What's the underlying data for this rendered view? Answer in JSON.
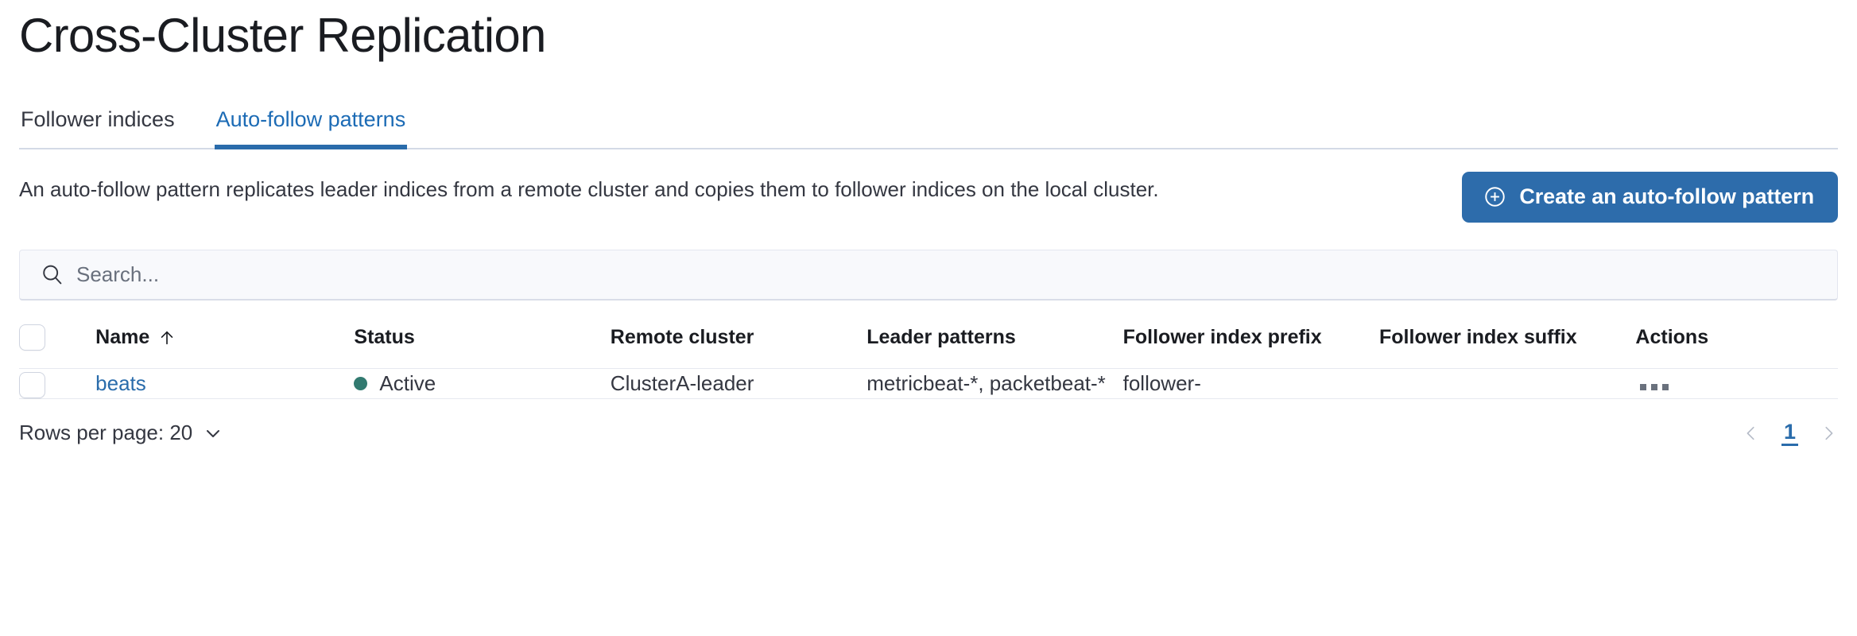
{
  "page": {
    "title": "Cross-Cluster Replication"
  },
  "tabs": [
    {
      "label": "Follower indices",
      "active": false,
      "name": "tab-follower-indices"
    },
    {
      "label": "Auto-follow patterns",
      "active": true,
      "name": "tab-auto-follow-patterns"
    }
  ],
  "intro": {
    "description": "An auto-follow pattern replicates leader indices from a remote cluster and copies them to follower indices on the local cluster.",
    "cta_label": "Create an auto-follow pattern",
    "cta_icon": "plus-in-circle-icon"
  },
  "search": {
    "placeholder": "Search...",
    "value": "",
    "icon": "search-icon"
  },
  "table": {
    "columns": [
      {
        "key": "checkbox",
        "label": ""
      },
      {
        "key": "name",
        "label": "Name",
        "sort": "asc",
        "sort_icon": "sort-arrow-up-icon"
      },
      {
        "key": "status",
        "label": "Status"
      },
      {
        "key": "remote_cluster",
        "label": "Remote cluster"
      },
      {
        "key": "leader_patterns",
        "label": "Leader patterns"
      },
      {
        "key": "follower_index_prefix",
        "label": "Follower index prefix"
      },
      {
        "key": "follower_index_suffix",
        "label": "Follower index suffix"
      },
      {
        "key": "actions",
        "label": "Actions"
      }
    ],
    "rows": [
      {
        "name": "beats",
        "status": "Active",
        "status_color": "#327a70",
        "remote_cluster": "ClusterA-leader",
        "leader_patterns": "metricbeat-*, packetbeat-*",
        "follower_index_prefix": "follower-",
        "follower_index_suffix": "",
        "actions_icon": "more-actions-icon"
      }
    ]
  },
  "footer": {
    "rows_per_page_label": "Rows per page: 20",
    "rows_per_page_icon": "chevron-down-icon",
    "prev_icon": "chevron-left-icon",
    "next_icon": "chevron-right-icon",
    "current_page": "1"
  },
  "colors": {
    "accent": "#2a6cab",
    "cta_background": "#2d6cab",
    "status_active": "#327a70",
    "text": "#343741",
    "border": "#e6e9f0"
  }
}
